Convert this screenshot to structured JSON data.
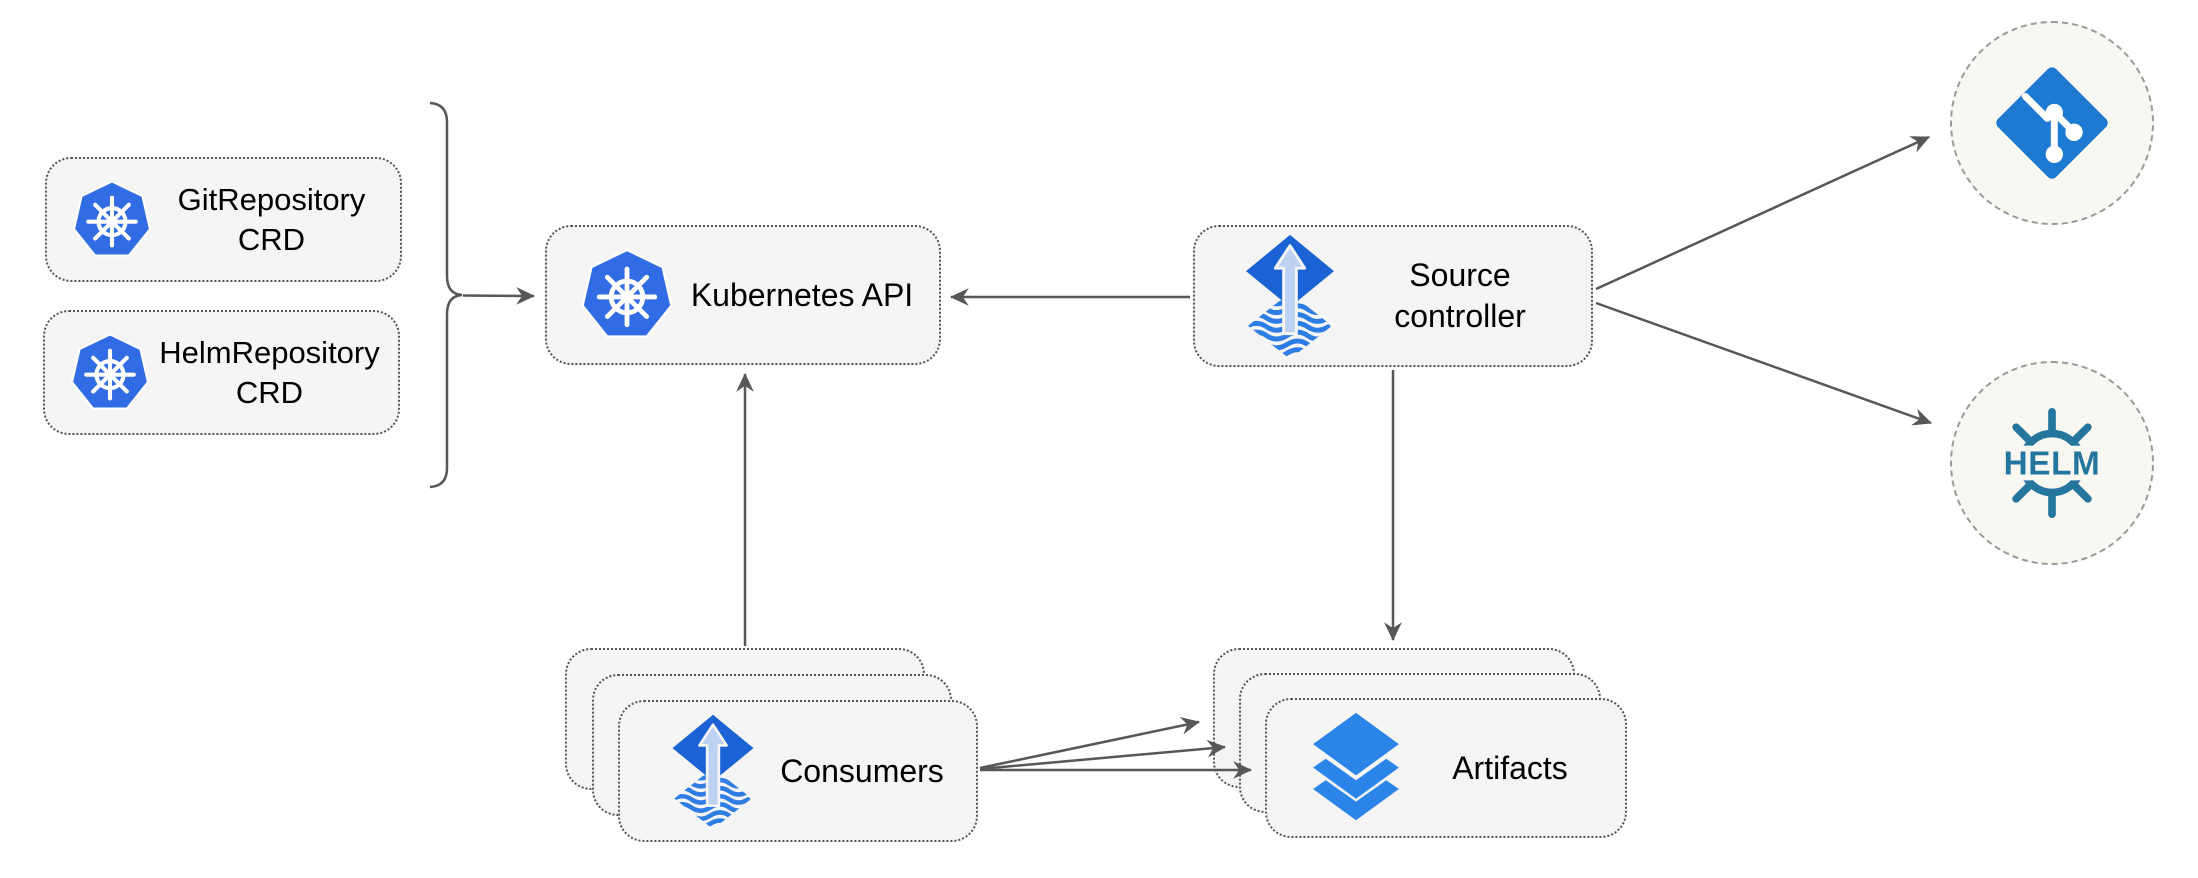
{
  "nodes": {
    "git_repository_crd": {
      "line1": "GitRepository",
      "line2": "CRD",
      "icon": "kubernetes-icon"
    },
    "helm_repository_crd": {
      "line1": "HelmRepository",
      "line2": "CRD",
      "icon": "kubernetes-icon"
    },
    "kubernetes_api": {
      "label": "Kubernetes API",
      "icon": "kubernetes-icon"
    },
    "source_controller": {
      "line1": "Source",
      "line2": "controller",
      "icon": "flux-icon"
    },
    "consumers": {
      "label": "Consumers",
      "icon": "flux-icon",
      "stack_count": 3
    },
    "artifacts": {
      "label": "Artifacts",
      "icon": "layers-icon",
      "stack_count": 3
    },
    "git_endpoint": {
      "icon": "git-icon"
    },
    "helm_endpoint": {
      "icon": "helm-icon",
      "label": "HELM"
    }
  },
  "edges": [
    {
      "from": "crd-bracket-group",
      "to": "kubernetes_api",
      "style": "arrow"
    },
    {
      "from": "source_controller",
      "to": "kubernetes_api",
      "style": "arrow"
    },
    {
      "from": "consumers",
      "to": "kubernetes_api",
      "style": "arrow"
    },
    {
      "from": "source_controller",
      "to": "artifacts",
      "style": "arrow"
    },
    {
      "from": "source_controller",
      "to": "git_endpoint",
      "style": "arrow"
    },
    {
      "from": "source_controller",
      "to": "helm_endpoint",
      "style": "arrow"
    },
    {
      "from": "consumers",
      "to": "artifacts_back",
      "style": "arrow"
    },
    {
      "from": "consumers",
      "to": "artifacts_middle",
      "style": "arrow"
    },
    {
      "from": "consumers",
      "to": "artifacts_front",
      "style": "arrow"
    }
  ],
  "colors": {
    "background": "#ffffff",
    "node_fill": "#f5f5f5",
    "node_border": "#555555",
    "circle_fill": "#f9f7f2",
    "circle_border": "#9a9a9a",
    "arrow": "#575757",
    "text": "#000000",
    "kubernetes_blue": "#326ce5",
    "flux_diamond_blue": "#1b63d4",
    "flux_arrow_light_blue": "#bdd2f3",
    "flux_wave_blue": "#2e7de5",
    "artifacts_blue": "#2b84e8",
    "git_blue": "#1d7ad2",
    "helm_teal": "#24769e"
  }
}
